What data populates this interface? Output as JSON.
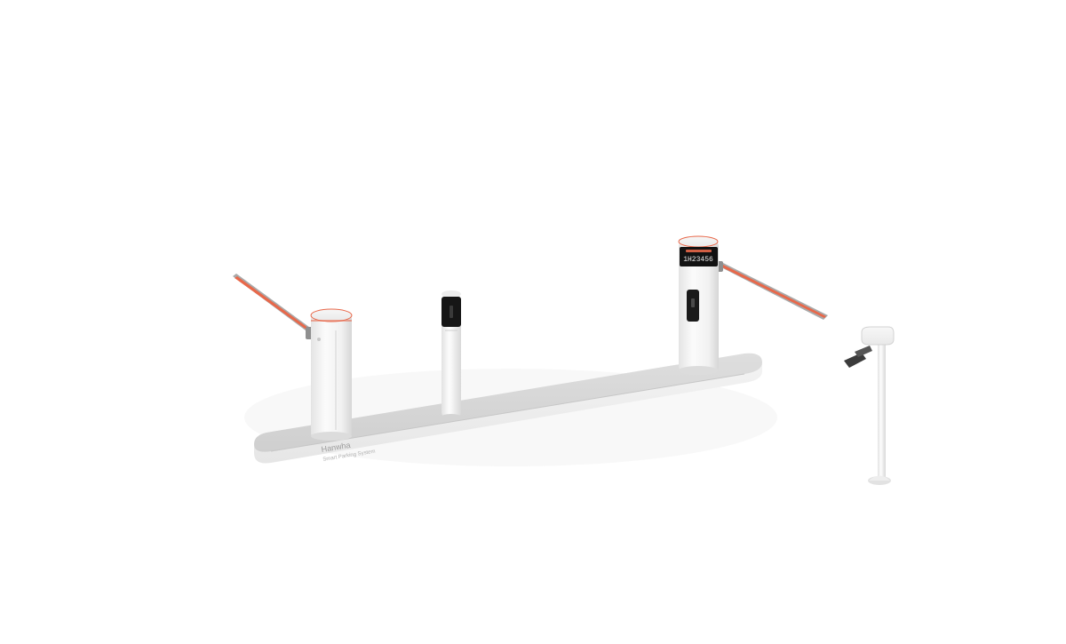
{
  "platform": {
    "brand": "Hanwha",
    "tagline": "Smart Parking System"
  },
  "display": {
    "text": "1H23456"
  },
  "colors": {
    "background": "#ffffff",
    "body": "#f3f3f3",
    "base": "#d9d9d9",
    "boom_stripe": "#e8684a",
    "boom_gray": "#a7a7a7",
    "screen": "#111111"
  },
  "icons": {
    "ticket_slot": "card-reader-icon",
    "camera": "camera-icon"
  }
}
